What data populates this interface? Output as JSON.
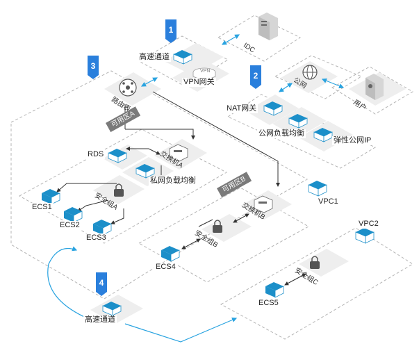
{
  "steps": [
    "1",
    "2",
    "3",
    "4"
  ],
  "labels": {
    "idc": "IDC",
    "express_top": "高速通道",
    "vpn_gateway": "VPN网关",
    "vpn_badge": "VPN",
    "public_net": "公网",
    "user": "用户",
    "nat_gateway": "NAT网关",
    "public_slb": "公网负载均衡",
    "eip": "弹性公网IP",
    "route_table": "路由表",
    "zone_a": "可用区A",
    "zone_b": "可用区B",
    "rds": "RDS",
    "switch_a": "交换机A",
    "private_slb": "私网负载均衡",
    "sg_a": "安全组A",
    "ecs1": "ECS1",
    "ecs2": "ECS2",
    "ecs3": "ECS3",
    "vpc1": "VPC1",
    "switch_b": "交换机B",
    "sg_b": "安全组B",
    "ecs4": "ECS4",
    "vpc2": "VPC2",
    "sg_c": "安全组C",
    "ecs5": "ECS5",
    "express_bottom": "高速通道"
  },
  "colors": {
    "accent_blue": "#2a7fdc",
    "link_cyan": "#29a3e0",
    "device_teal": "#1c8fc9",
    "tag_gray": "#7a7a7a",
    "dashed_gray": "#b4b4b4",
    "panel_gray": "#eeeeee"
  }
}
